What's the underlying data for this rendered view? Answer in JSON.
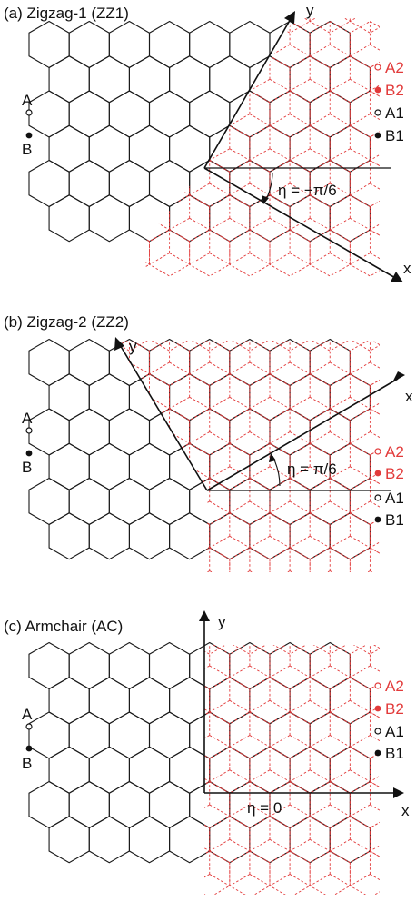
{
  "panels": [
    {
      "id": "a",
      "title": "(a) Zigzag-1 (ZZ1)",
      "angle_label": "η = −π/6",
      "x_axis": "x",
      "y_axis": "y",
      "left_sites": [
        "A",
        "B"
      ],
      "right_sites": {
        "a2": "A2",
        "b2": "B2",
        "a1": "A1",
        "b1": "B1"
      }
    },
    {
      "id": "b",
      "title": "(b) Zigzag-2 (ZZ2)",
      "angle_label": "η = π/6",
      "x_axis": "x",
      "y_axis": "y",
      "left_sites": [
        "A",
        "B"
      ],
      "right_sites": {
        "a2": "A2",
        "b2": "B2",
        "a1": "A1",
        "b1": "B1"
      }
    },
    {
      "id": "c",
      "title": "(c) Armchair (AC)",
      "angle_label": "η = 0",
      "x_axis": "x",
      "y_axis": "y",
      "left_sites": [
        "A",
        "B"
      ],
      "right_sites": {
        "a2": "A2",
        "b2": "B2",
        "a1": "A1",
        "b1": "B1"
      }
    }
  ],
  "colors": {
    "lattice": "#1a1a1a",
    "supercell": "#e23a3a",
    "axis": "#111111"
  }
}
